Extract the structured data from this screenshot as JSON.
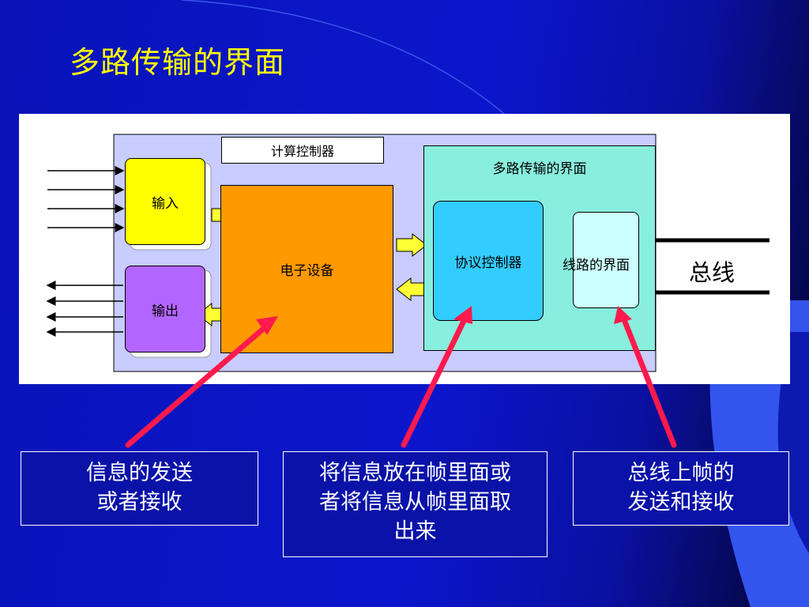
{
  "slide": {
    "title": "多路传输的界面"
  },
  "diagram": {
    "computer_controller_label": "计算控制器",
    "input_label": "输入",
    "output_label": "输出",
    "electronic_device_label": "电子设备",
    "multiplex_interface_label": "多路传输的界面",
    "protocol_controller_label": "协议控制器",
    "line_interface_label": "线路的界面",
    "bus_label": "总线"
  },
  "captions": {
    "left_line1": "信息的发送",
    "left_line2": "或者接收",
    "middle_line1": "将信息放在帧里面或",
    "middle_line2": "者将信息从帧里面取",
    "middle_line3": "出来",
    "right_line1": "总线上帧的",
    "right_line2": "发送和接收"
  },
  "colors": {
    "background": "#0b16cc",
    "title": "#ffff00",
    "panel_bg": "#c8ccff",
    "input_box": "#ffff00",
    "output_box": "#b366ff",
    "device_box": "#ff9900",
    "interface_box": "#88eedd",
    "protocol_box": "#33ccff",
    "line_box": "#ccffff",
    "pointer_arrow": "#ff1a4d"
  }
}
